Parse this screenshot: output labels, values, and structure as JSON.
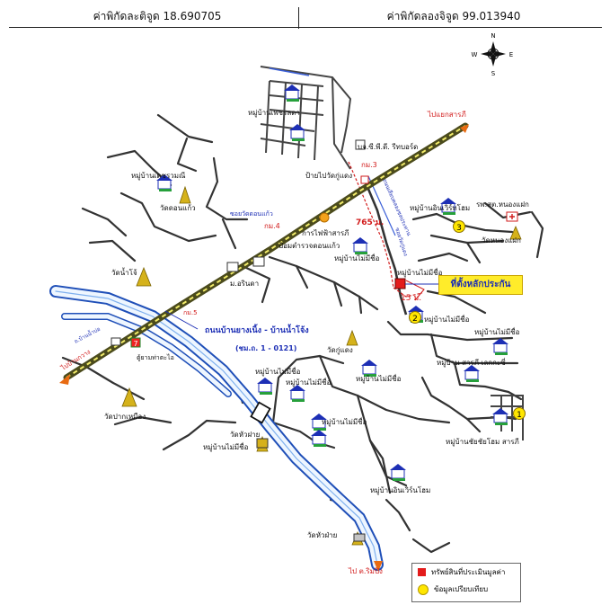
{
  "header": {
    "lat_text": "ค่าพิกัดละติจูด 18.690705",
    "lon_text": "ค่าพิกัดลองจิจูด 99.013940"
  },
  "compass": {
    "n": "N",
    "s": "S",
    "e": "E",
    "w": "W"
  },
  "places": {
    "ban_phet": "หมู่บ้านเพชรลดา",
    "bkk_sale": "บจ.ซี.พี.ดี. รีทบอร์ด",
    "km3": "กม.3",
    "to_sarapi_junction": "ไปแยกสารภี",
    "ban_dao_rawee": "หมู่บ้านเดชรวมณี",
    "wat_don_kaeo": "วัดดอนแก้ว",
    "sign_wat_ku_daeng": "ป้ายไปวัดกู่แดง",
    "soi_wat_don_kaeo": "ซอยวัดดอนแก้ว",
    "km4": "กม.4",
    "electric_office": "การไฟฟ้าสารภี",
    "distance_765": "765 ม.",
    "police_don_kaeo": "ป้อมตำรวจดอนแก้ว",
    "ban_unnamed_1": "หมู่บ้านไม่มีชื่อ",
    "ban_in_wan_home_top": "หมู่บ้านอินเวิร์ทโฮม",
    "hospital": "รพ.สต.หนองแฝก",
    "wat_nong_faek": "วัดหนองแฝก",
    "wat_nam_bo": "วัดน้ำโจ้",
    "m_arinda": "ม.อรินดา",
    "ban_unnamed_near_subject": "หมู่บ้านไม่มีชื่อ",
    "distance_15": "15 ม.",
    "ban_unnamed_2": "หมู่บ้านไม่มีชื่อ",
    "km5": "กม.5",
    "road_name": "ถนนบ้านยางเนิ้ง - บ้านน้ำโจ้ง",
    "road_code": "(ชม.ถ. 1 - 0121)",
    "to_ban_muang": "ไปบ้านกวาง",
    "irrigation_canal": "ถ.บ้านน้ำบ่อ",
    "tukta": "ตู้ยามท่าตะไอ",
    "wat_ku_daeng": "วัดกู่แดง",
    "ban_unnamed_3": "หมู่บ้านไม่มีชื่อ",
    "ban_sarapi_lek": "หมู่บ้าน สารภี เลกกะซี่",
    "wat_pak_muang": "วัดปากเหมือง",
    "ban_unnamed_4": "หมู่บ้านไม่มีชื่อ",
    "ban_unnamed_5": "หมู่บ้านไม่มีชื่อ",
    "ban_unnamed_6": "หมู่บ้านไม่มีชื่อ",
    "ban_chai_home": "หมู่บ้านชัยชัยโฮม สารภี",
    "wat_hua_fai": "วัดหัวฝาย",
    "ban_unnamed_7": "หมู่บ้านไม่มีชื่อ",
    "ban_unnamed_8": "หมู่บ้านไม่มีชื่อ",
    "ban_in_wan_home": "หมู่บ้านอินเวิร์นโฮม",
    "wat_hua_fai_bottom": "วัดหัวฝ่าย",
    "to_ratpong": "ไป ต.ริมปิง",
    "road_vertical_a": "ถนนเลียบคลองชลประทาน",
    "road_vertical_b": "ซอยวัดกู่แดง"
  },
  "subject_label": "ที่ตั้งหลักประกัน",
  "markers": {
    "m1": "1",
    "m2": "2",
    "m3": "3"
  },
  "legend": {
    "asset": "ทรัพย์สินที่ประเมินมูลค่า",
    "comparison": "ข้อมูลเปรียบเทียบ"
  },
  "colors": {
    "road_main": "#6a6a2a",
    "road": "#3a3a3a",
    "river": "#1f6fd0",
    "label_blue": "#1d2fb5",
    "label_red": "#d21b1b",
    "subject_fill": "#ffec2a",
    "marker_fill": "#ffe600"
  }
}
